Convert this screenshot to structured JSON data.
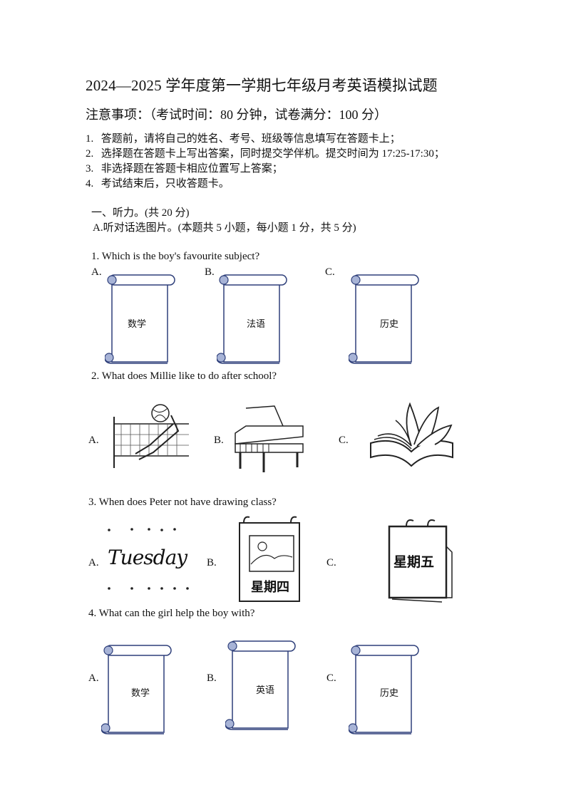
{
  "title": "2024—2025 学年度第一学期七年级月考英语模拟试题",
  "notice": {
    "heading": "注意事项：（考试时间：80 分钟，试卷满分：100 分）",
    "items": [
      {
        "num": "1.",
        "text": "答题前，请将自己的姓名、考号、班级等信息填写在答题卡上；"
      },
      {
        "num": "2.",
        "text": "选择题在答题卡上写出答案，同时提交学伴机。提交时间为 17:25-17:30；"
      },
      {
        "num": "3.",
        "text": "非选择题在答题卡相应位置写上答案；"
      },
      {
        "num": "4.",
        "text": "考试结束后，只收答题卡。"
      }
    ]
  },
  "section": {
    "title": "一、听力。(共 20 分)",
    "part_a": "A.听对话选图片。(本题共 5 小题，每小题 1 分，共 5 分)"
  },
  "questions": [
    {
      "text": "1. Which is the boy's favourite subject?",
      "options": [
        {
          "label": "A.",
          "scroll_text": "数学"
        },
        {
          "label": "B.",
          "scroll_text": "法语"
        },
        {
          "label": "C.",
          "scroll_text": "历史"
        }
      ]
    },
    {
      "text": "2. What does Millie like to do after school?",
      "options": [
        {
          "label": "A.",
          "image": "volleyball-icon"
        },
        {
          "label": "B.",
          "image": "piano-icon"
        },
        {
          "label": "C.",
          "image": "book-icon"
        }
      ]
    },
    {
      "text": "3. When does Peter not have drawing class?",
      "options": [
        {
          "label": "A.",
          "image_text": "Tuesday"
        },
        {
          "label": "B.",
          "image_text": "星期四"
        },
        {
          "label": "C.",
          "image_text": "星期五"
        }
      ]
    },
    {
      "text": "4. What can the girl help the boy with?",
      "options": [
        {
          "label": "A.",
          "scroll_text": "数学"
        },
        {
          "label": "B.",
          "scroll_text": "英语"
        },
        {
          "label": "C.",
          "scroll_text": "历史"
        }
      ]
    }
  ],
  "colors": {
    "scroll_stroke": "#2e3f7a",
    "curl_fill": "#a7b3d6",
    "text": "#111111"
  }
}
